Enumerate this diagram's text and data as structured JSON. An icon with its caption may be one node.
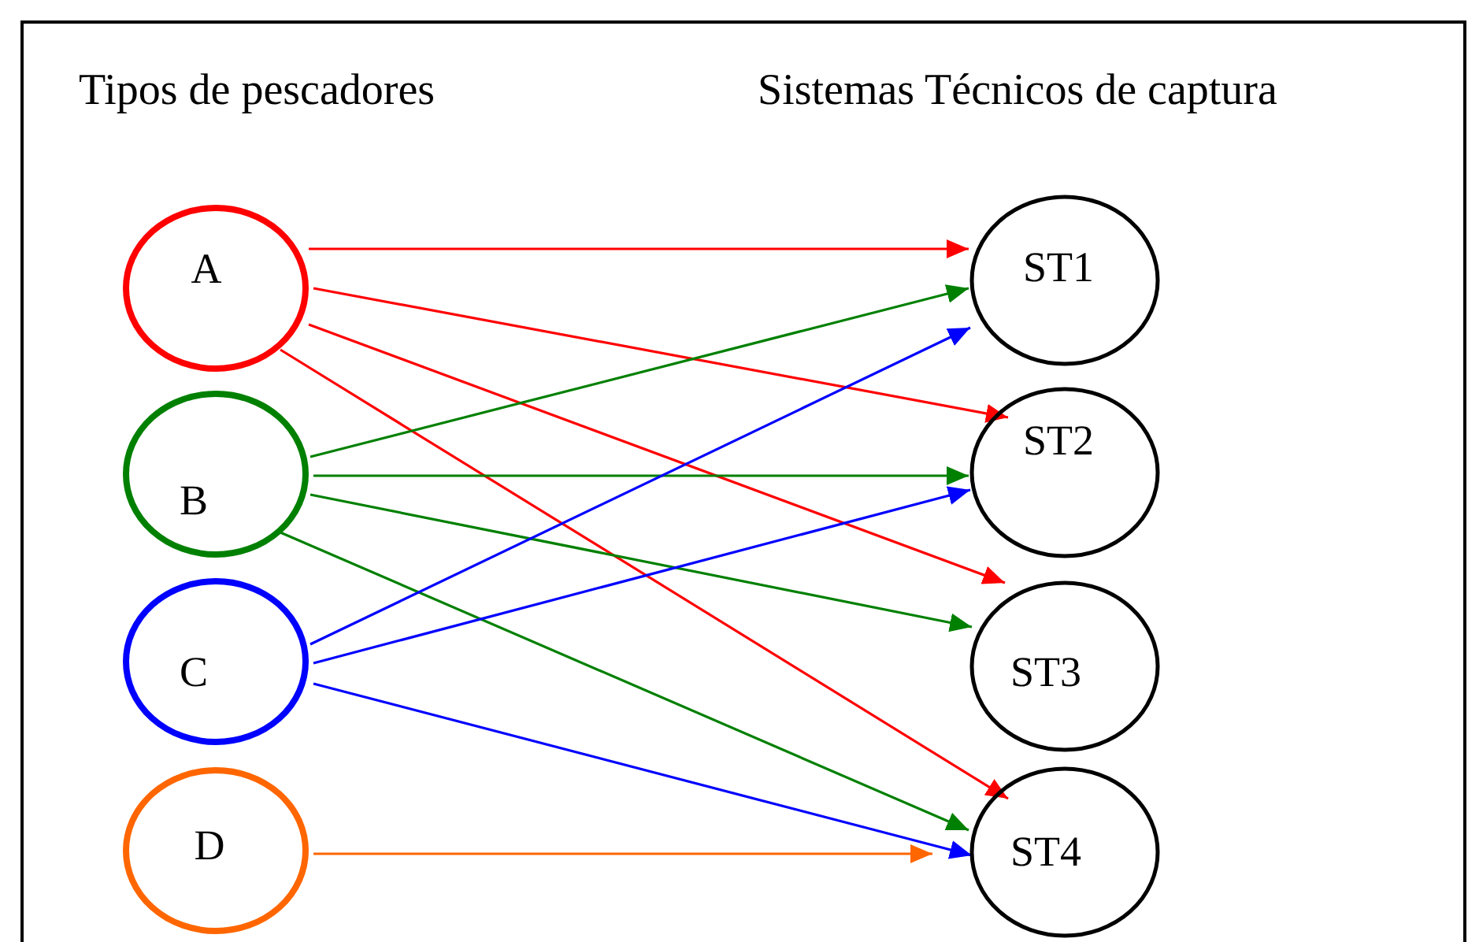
{
  "diagram": {
    "nodes": [
      {
        "text": [
          "A"
        ]
      },
      {
        "text": [
          "B"
        ]
      },
      {
        "text": [
          "C"
        ]
      },
      {
        "text": [
          "D"
        ]
      },
      {
        "text": [
          "ST1"
        ]
      },
      {
        "text": [
          "ST2"
        ]
      },
      {
        "text": [
          "ST3"
        ]
      },
      {
        "text": [
          "ST4"
        ]
      }
    ],
    "edges": [
      {
        "from": 0,
        "to": 4,
        "arrow": "to",
        "color": "#ff0000"
      },
      {
        "from": 0,
        "to": 5,
        "arrow": "to",
        "color": "#ff0000"
      },
      {
        "from": 0,
        "to": 6,
        "arrow": "to",
        "color": "#ff0000"
      },
      {
        "from": 0,
        "to": 7,
        "arrow": "to",
        "color": "#ff0000"
      },
      {
        "from": 1,
        "to": 4,
        "arrow": "to",
        "color": "#008000"
      },
      {
        "from": 1,
        "to": 5,
        "arrow": "to",
        "color": "#008000"
      },
      {
        "from": 1,
        "to": 6,
        "arrow": "to",
        "color": "#008000"
      },
      {
        "from": 1,
        "to": 7,
        "arrow": "to",
        "color": "#008000"
      },
      {
        "from": 2,
        "to": 4,
        "arrow": "to",
        "color": "#0000ff"
      },
      {
        "from": 2,
        "to": 5,
        "arrow": "to",
        "color": "#0000ff"
      },
      {
        "from": 2,
        "to": 7,
        "arrow": "to",
        "color": "#0000ff"
      },
      {
        "from": 3,
        "to": 7,
        "arrow": "to",
        "color": "#ff6600"
      }
    ],
    "labels": [
      "Tipos de pescadores",
      "Sistemas Técnicos de captura"
    ]
  }
}
